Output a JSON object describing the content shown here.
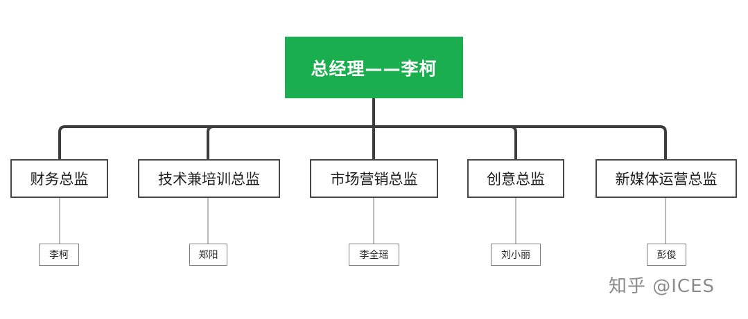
{
  "org_chart": {
    "root": "总经理——李柯",
    "departments": [
      {
        "title": "财务总监",
        "person": "李柯"
      },
      {
        "title": "技术兼培训总监",
        "person": "郑阳"
      },
      {
        "title": "市场营销总监",
        "person": "李全瑶"
      },
      {
        "title": "创意总监",
        "person": "刘小丽"
      },
      {
        "title": "新媒体运营总监",
        "person": "彭俊"
      }
    ]
  },
  "watermark": "知乎 @ICES",
  "colors": {
    "root_fill": "#1bae4f",
    "root_text": "#ffffff",
    "box_border": "#474747",
    "connector": "#3c3c3c",
    "person_border": "#7b7b7b"
  }
}
